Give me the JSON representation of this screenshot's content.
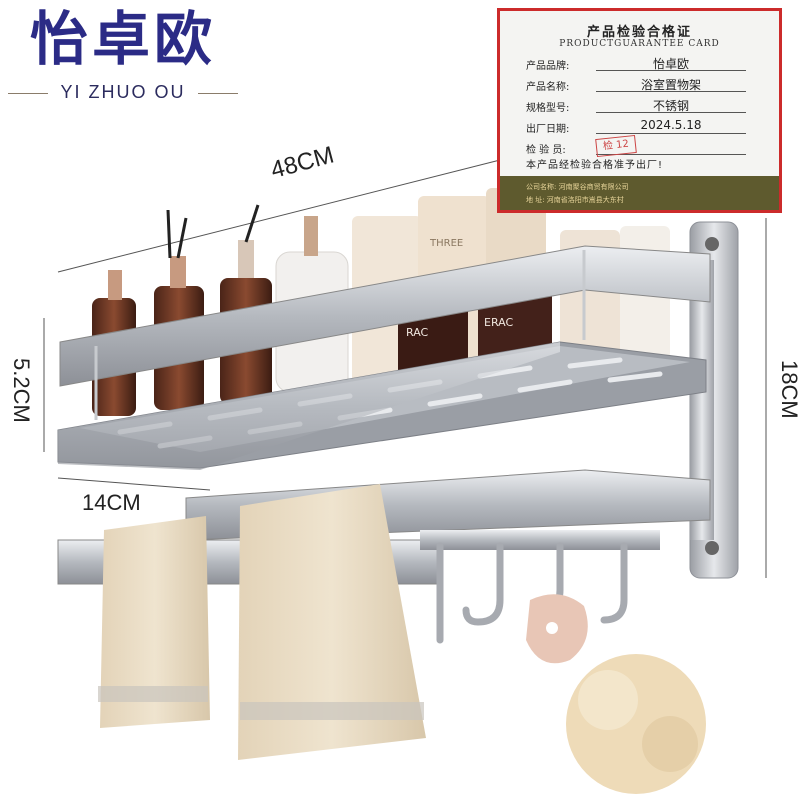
{
  "brand": {
    "name_cn": "怡卓欧",
    "name_en": "YI ZHUO OU"
  },
  "dimensions": {
    "width": "48CM",
    "height_basket": "5.2CM",
    "depth": "14CM",
    "height_total": "18CM"
  },
  "card": {
    "title": "产品检验合格证",
    "subtitle": "PRODUCTGUARANTEE CARD",
    "rows": [
      {
        "key": "产品品牌:",
        "value": "怡卓欧"
      },
      {
        "key": "产品名称:",
        "value": "浴室置物架"
      },
      {
        "key": "规格型号:",
        "value": "不锈钢"
      },
      {
        "key": "出厂日期:",
        "value": "2024.5.18"
      },
      {
        "key": "检 验 员:",
        "value": ""
      }
    ],
    "stamp": "检 12",
    "note": "本产品经检验合格准予出厂!",
    "footer_company": "公司名称: 河南聚谷商贸有限公司",
    "footer_address": "地    址: 河南省洛阳市嵩县大东村"
  },
  "product_labels": [
    "RAC",
    "ERAC",
    "THREE"
  ],
  "colors": {
    "brand": "#2b2b86",
    "card_border": "#cc2b2b",
    "card_footer": "#5e5a2e",
    "metal": "#b9bcc2",
    "towel": "#e9ddc6"
  }
}
